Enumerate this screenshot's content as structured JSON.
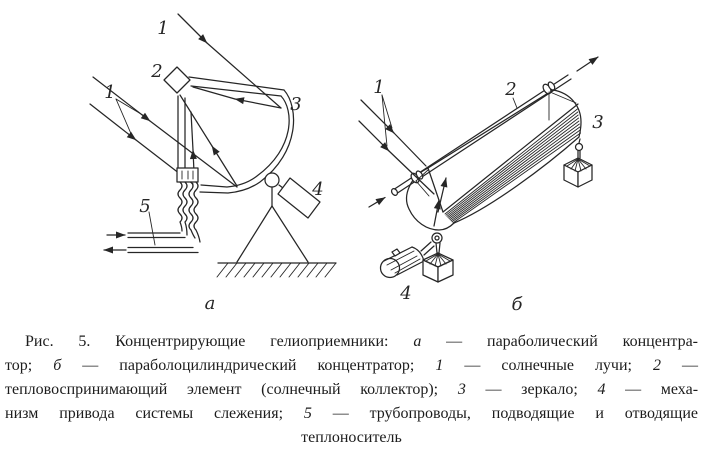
{
  "figure": {
    "ink_color": "#262626",
    "background": "#ffffff",
    "panel_a": {
      "label": "а",
      "callouts": {
        "sun_rays": "1",
        "receiver": "2",
        "mirror": "3",
        "drive": "4",
        "pipes": "5"
      }
    },
    "panel_b": {
      "label": "б",
      "callouts": {
        "sun_rays": "1",
        "collector": "2",
        "mirror": "3",
        "drive": "4"
      }
    }
  },
  "caption": {
    "lines": [
      [
        {
          "t": "Рис. 5. Концентрирующие гелиоприемники: "
        },
        {
          "t": "а",
          "i": true
        },
        {
          "t": " — параболический концентра-"
        }
      ],
      [
        {
          "t": "тор; "
        },
        {
          "t": "б",
          "i": true
        },
        {
          "t": " — параболоцилиндрический концентратор; "
        },
        {
          "t": "1",
          "i": true
        },
        {
          "t": " — солнечные лучи; "
        },
        {
          "t": "2",
          "i": true
        },
        {
          "t": " —"
        }
      ],
      [
        {
          "t": "тепловоспринимающий элемент (солнечный коллектор); "
        },
        {
          "t": "3",
          "i": true
        },
        {
          "t": " — зеркало; "
        },
        {
          "t": "4",
          "i": true
        },
        {
          "t": " — меха-"
        }
      ],
      [
        {
          "t": "низм привода системы слежения; "
        },
        {
          "t": "5",
          "i": true
        },
        {
          "t": " — трубопроводы, подводящие и отводящие"
        }
      ],
      [
        {
          "t": "теплоноситель"
        }
      ]
    ]
  }
}
